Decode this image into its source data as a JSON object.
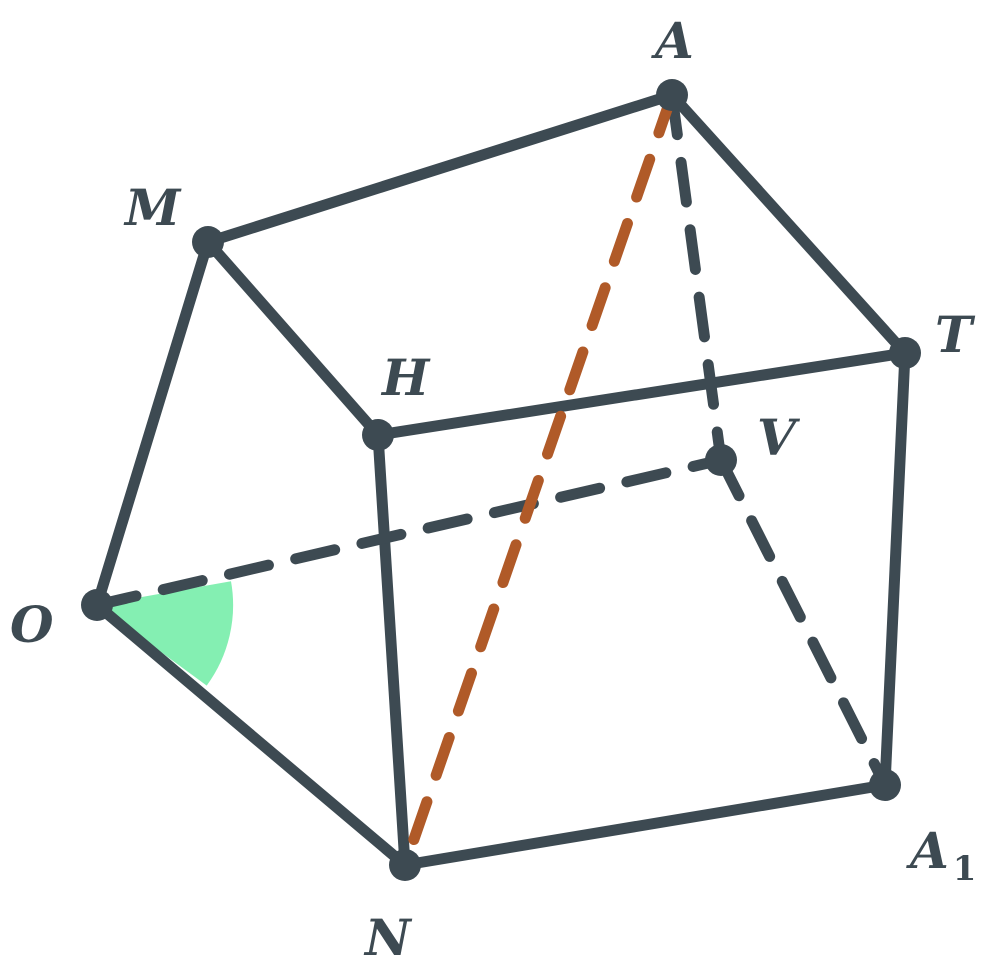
{
  "colors": {
    "edge": "#3d4a52",
    "highlight": "#b05a28",
    "angle_fill": "#84efb2",
    "label": "#3d4a52"
  },
  "points": {
    "A": "A",
    "M": "M",
    "T": "T",
    "H": "H",
    "V": "V",
    "O": "O",
    "N": "N",
    "A1_base": "A",
    "A1_sub": "1"
  },
  "edges": [
    {
      "from": "M",
      "to": "A",
      "style": "solid"
    },
    {
      "from": "A",
      "to": "T",
      "style": "solid"
    },
    {
      "from": "M",
      "to": "H",
      "style": "solid"
    },
    {
      "from": "H",
      "to": "T",
      "style": "solid"
    },
    {
      "from": "M",
      "to": "O",
      "style": "solid"
    },
    {
      "from": "O",
      "to": "N",
      "style": "solid"
    },
    {
      "from": "H",
      "to": "N",
      "style": "solid"
    },
    {
      "from": "N",
      "to": "A1",
      "style": "solid"
    },
    {
      "from": "T",
      "to": "A1",
      "style": "solid"
    },
    {
      "from": "O",
      "to": "V",
      "style": "dashed"
    },
    {
      "from": "A",
      "to": "V",
      "style": "dashed"
    },
    {
      "from": "V",
      "to": "A1",
      "style": "dashed"
    },
    {
      "from": "A",
      "to": "N",
      "style": "dashed-highlight"
    }
  ],
  "angle_marker": {
    "vertex": "O",
    "between": [
      "V",
      "N"
    ]
  }
}
